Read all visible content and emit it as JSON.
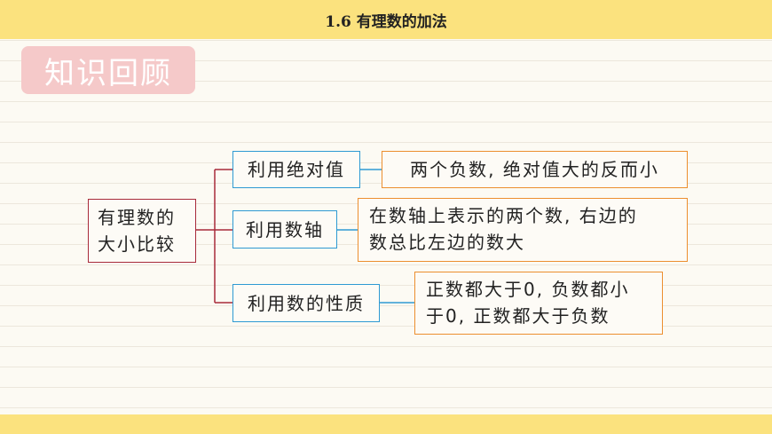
{
  "header": {
    "title": "1.6 有理数的加法"
  },
  "section_tag": {
    "label": "知识回顾"
  },
  "diagram": {
    "root": {
      "line1": "有理数的",
      "line2": "大小比较"
    },
    "branches": [
      {
        "method": "利用绝对值",
        "description": [
          "两个负数, 绝对值大的反而小"
        ]
      },
      {
        "method": "利用数轴",
        "description": [
          "在数轴上表示的两个数, 右边的",
          "数总比左边的数大"
        ]
      },
      {
        "method": "利用数的性质",
        "description": [
          "正数都大于0, 负数都小",
          "于0, 正数都大于负数"
        ]
      }
    ]
  },
  "colors": {
    "banner": "#fbe27e",
    "tag_background": "#f5c9c9",
    "root_border": "#a82a3a",
    "method_border": "#2e9ad3",
    "description_border": "#ec8f2f",
    "tree_lines": "#a82a3a",
    "method_links": "#2e9ad3"
  }
}
